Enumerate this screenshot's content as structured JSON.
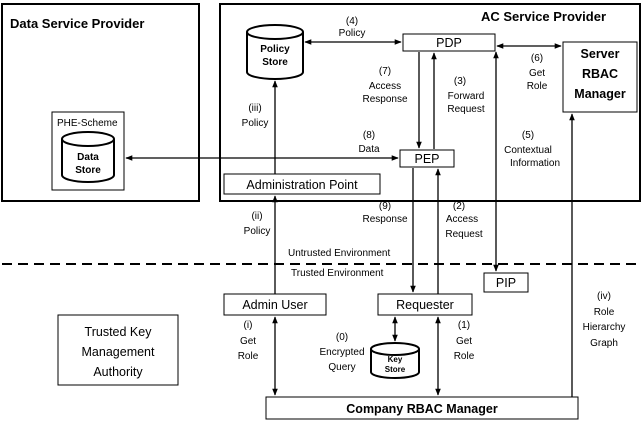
{
  "regions": {
    "data_service_provider": "Data Service Provider",
    "ac_service_provider": "AC Service Provider",
    "trusted_key_management": [
      "Trusted Key",
      "Management",
      "Authority"
    ]
  },
  "environment": {
    "untrusted": "Untrusted Environment",
    "trusted": "Trusted Environment"
  },
  "nodes": {
    "phe_scheme": "PHE-Scheme",
    "data_store": [
      "Data",
      "Store"
    ],
    "policy_store": [
      "Policy",
      "Store"
    ],
    "pdp": "PDP",
    "server_rbac": [
      "Server",
      "RBAC",
      "Manager"
    ],
    "pep": "PEP",
    "administration_point": "Administration Point",
    "pip": "PIP",
    "admin_user": "Admin User",
    "requester": "Requester",
    "key_store": [
      "Key",
      "Store"
    ],
    "company_rbac": "Company RBAC Manager"
  },
  "edge_labels": {
    "e4": [
      "(4)",
      "Policy"
    ],
    "e6": [
      "(6)",
      "Get",
      "Role"
    ],
    "e7": [
      "(7)",
      "Access",
      "Response"
    ],
    "e3": [
      "(3)",
      "Forward",
      "Request"
    ],
    "e_iii": [
      "(iii)",
      "Policy"
    ],
    "e8": [
      "(8)",
      "Data"
    ],
    "e5": [
      "(5)",
      "Contextual",
      "Information"
    ],
    "e_ii": [
      "(ii)",
      "Policy"
    ],
    "e9": [
      "(9)",
      "Response"
    ],
    "e2": [
      "(2)",
      "Access",
      "Request"
    ],
    "e_iv": [
      "(iv)",
      "Role",
      "Hierarchy",
      "Graph"
    ],
    "e_i": [
      "(i)",
      "Get",
      "Role"
    ],
    "e0": [
      "(0)",
      "Encrypted",
      "Query"
    ],
    "e1": [
      "(1)",
      "Get",
      "Role"
    ]
  }
}
